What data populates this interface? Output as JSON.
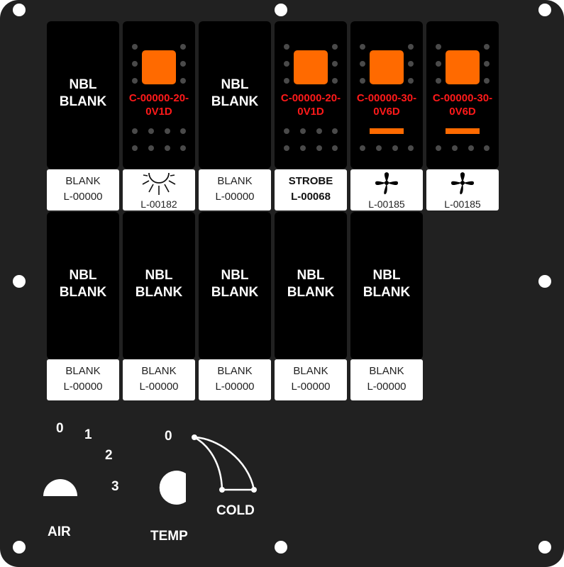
{
  "colors": {
    "panel": "#212121",
    "switch_body": "#000000",
    "led_orange": "#ff6a00",
    "part_number_red": "#ff1a1a",
    "label_white": "#ffffff"
  },
  "top_row": [
    {
      "type": "blank",
      "line1": "NBL",
      "line2": "BLANK",
      "label1": "BLANK",
      "label2": "L-00000"
    },
    {
      "type": "lit",
      "part": "C-00000-20-\n0V1D",
      "label_icon": "sun-icon",
      "label2": "L-00182"
    },
    {
      "type": "blank",
      "line1": "NBL",
      "line2": "BLANK",
      "label1": "BLANK",
      "label2": "L-00000"
    },
    {
      "type": "lit",
      "part": "C-00000-20-\n0V1D",
      "label1": "STROBE",
      "label2": "L-00068"
    },
    {
      "type": "lit_bar",
      "part": "C-00000-30-\n0V6D",
      "label_icon": "fan-icon",
      "label2": "L-00185"
    },
    {
      "type": "lit_bar",
      "part": "C-00000-30-\n0V6D",
      "label_icon": "fan-icon",
      "label2": "L-00185"
    }
  ],
  "bottom_row": [
    {
      "line1": "NBL",
      "line2": "BLANK",
      "label1": "BLANK",
      "label2": "L-00000"
    },
    {
      "line1": "NBL",
      "line2": "BLANK",
      "label1": "BLANK",
      "label2": "L-00000"
    },
    {
      "line1": "NBL",
      "line2": "BLANK",
      "label1": "BLANK",
      "label2": "L-00000"
    },
    {
      "line1": "NBL",
      "line2": "BLANK",
      "label1": "BLANK",
      "label2": "L-00000"
    },
    {
      "line1": "NBL",
      "line2": "BLANK",
      "label1": "BLANK",
      "label2": "L-00000"
    }
  ],
  "air": {
    "label": "AIR",
    "positions": [
      "0",
      "1",
      "2",
      "3"
    ]
  },
  "temp": {
    "label": "TEMP",
    "zero": "0",
    "cold": "COLD"
  }
}
